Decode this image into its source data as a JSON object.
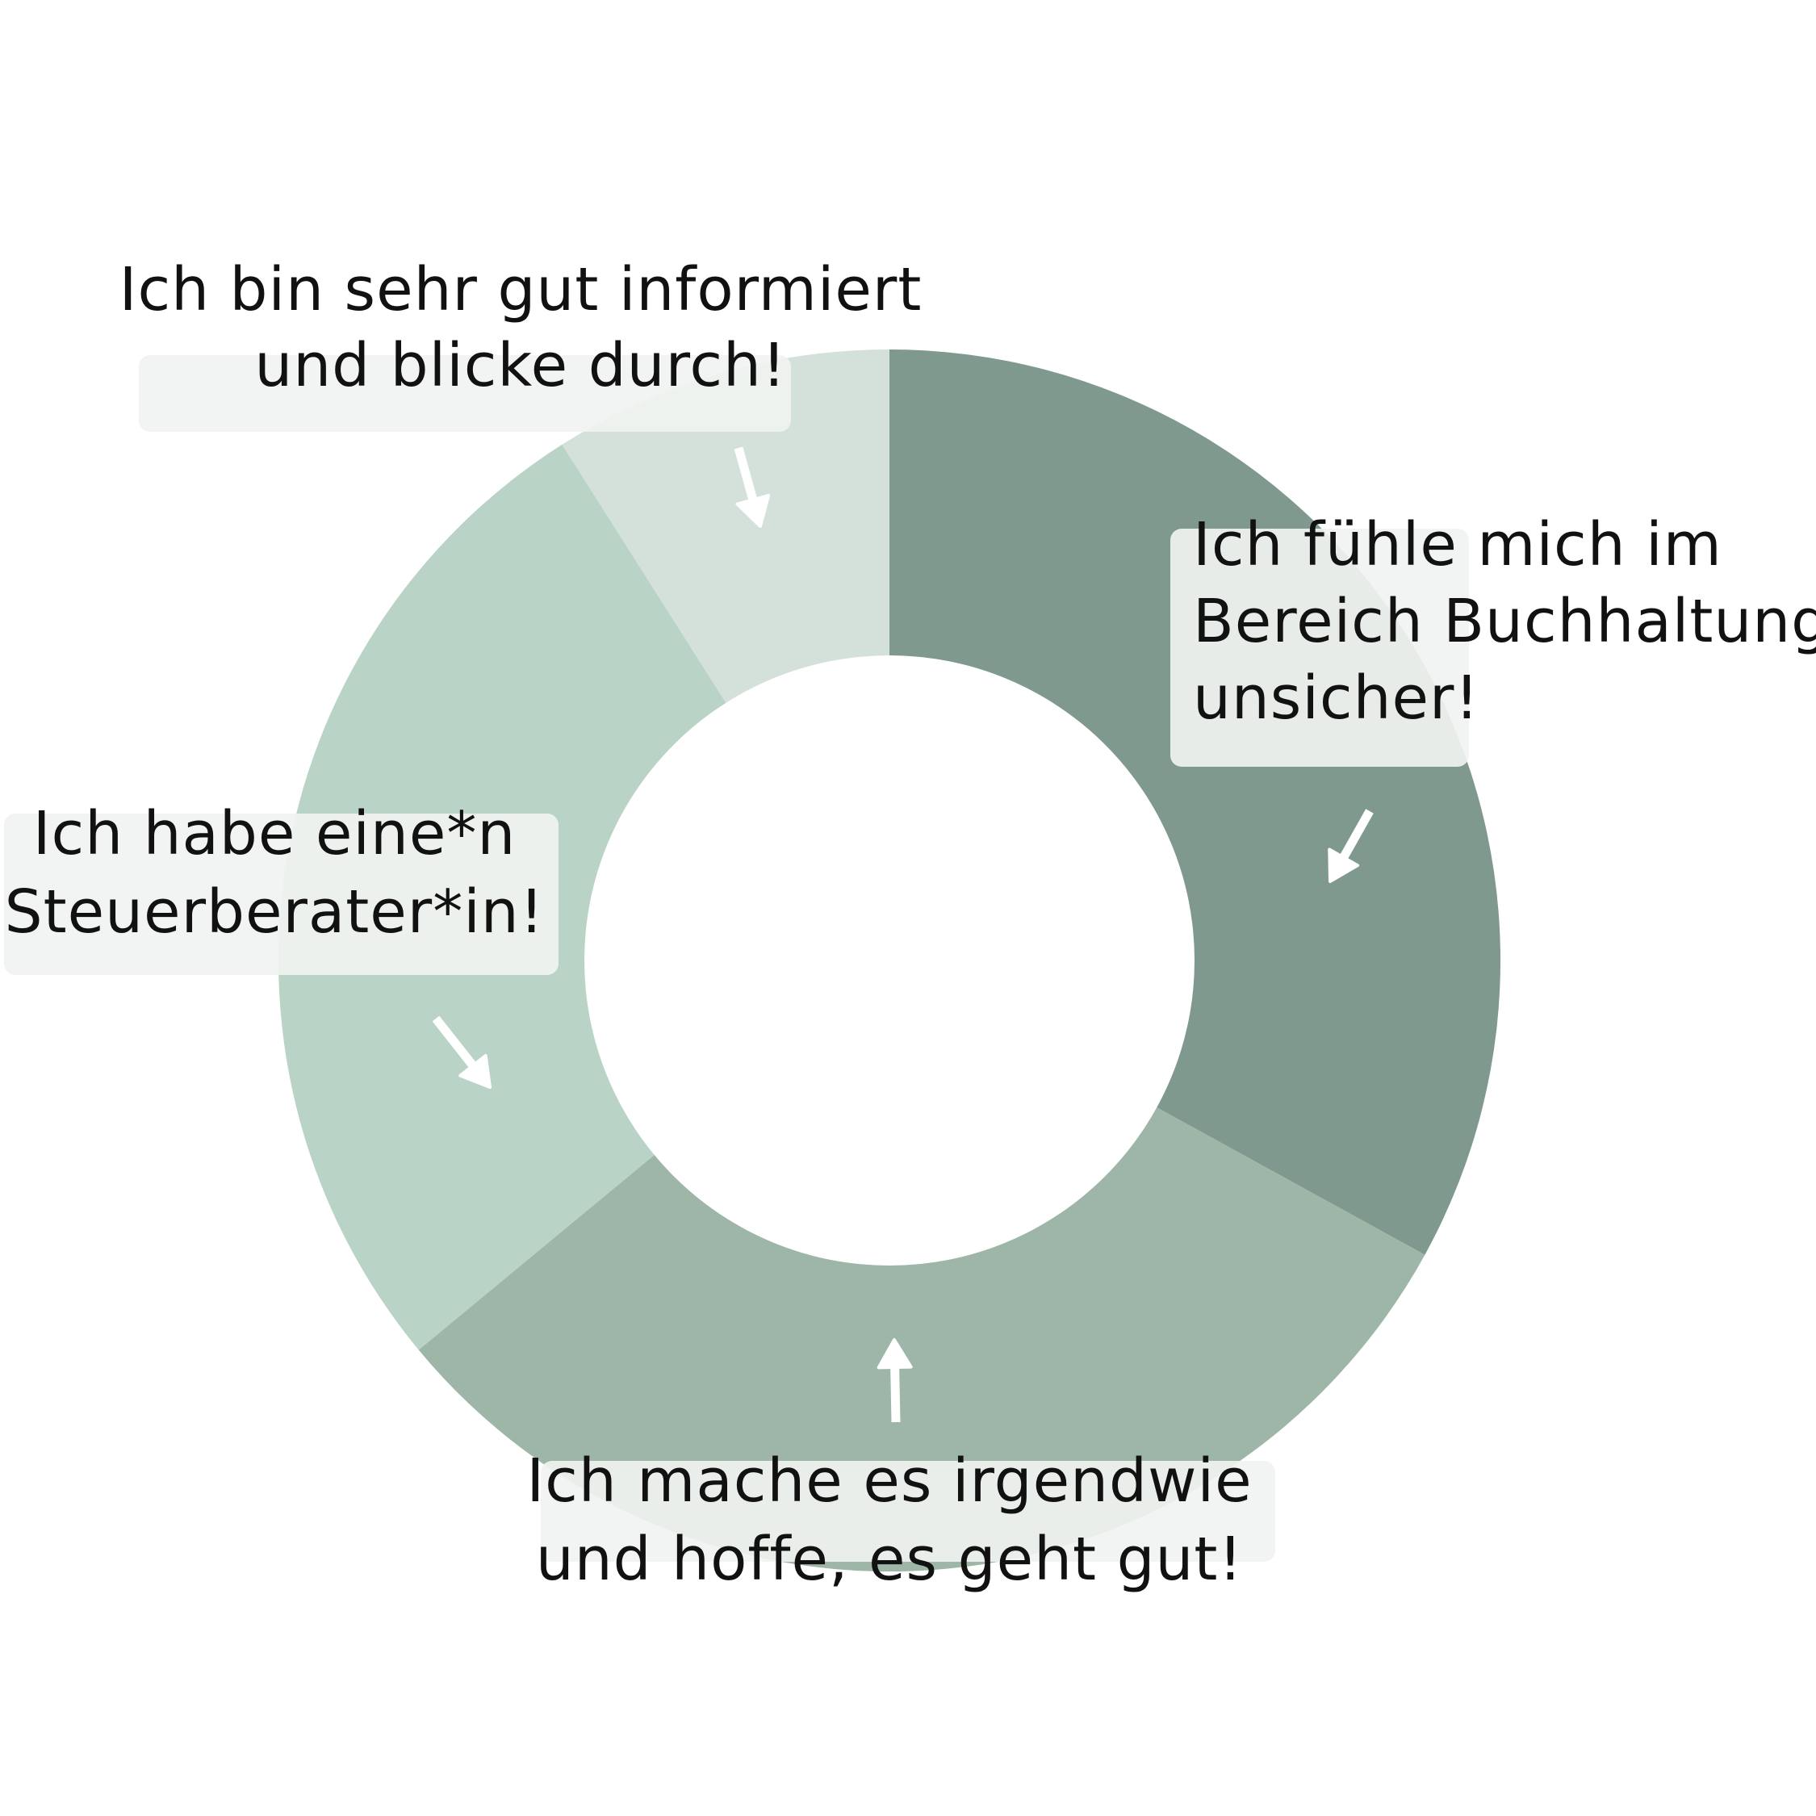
{
  "chart_data": {
    "type": "pie",
    "style": "donut",
    "title": "",
    "slices": [
      {
        "label": "Ich fühle mich im Bereich Buchhaltung unsicher!",
        "lines": [
          "Ich fühle mich im",
          "Bereich Buchhaltung",
          "unsicher!"
        ],
        "value": 33,
        "color": "#7f998f"
      },
      {
        "label": "Ich mache es irgendwie und hoffe, es geht gut!",
        "lines": [
          "Ich mache es irgendwie",
          "und hoffe, es geht gut!"
        ],
        "value": 31,
        "color": "#9db6a7"
      },
      {
        "label": "Ich habe eine*n Steuerberater*in!",
        "lines": [
          "Ich habe eine*n",
          "Steuerberater*in!"
        ],
        "value": 27,
        "color": "#bad3c7"
      },
      {
        "label": "Ich bin sehr gut informiert und blicke durch!",
        "lines": [
          "Ich bin sehr gut informiert",
          "und blicke durch!"
        ],
        "value": 9,
        "color": "#d3e1da"
      }
    ],
    "start_angle_deg": 0,
    "direction": "clockwise",
    "label_box_color": "#f0f3f1",
    "arrow_color": "#ffffff",
    "legend": "none"
  }
}
